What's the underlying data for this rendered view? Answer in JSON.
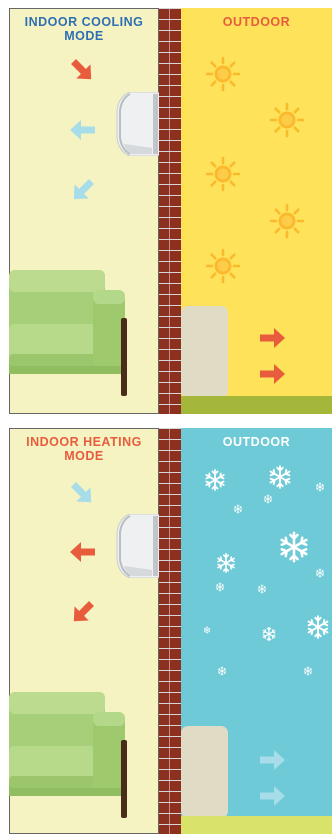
{
  "colors": {
    "indoor_bg": "#f5f3c2",
    "wall_brick": "#8e3020",
    "cool_label": "#2e6fb3",
    "heat_label": "#e85c3e",
    "outdoor_summer": "#fde25a",
    "outdoor_winter": "#6ecad6",
    "warm_arrow": "#e85c3e",
    "cool_arrow": "#a7dce9",
    "sun": "#fbb92e",
    "snow": "#ffffff",
    "sofa": "#a7cf7a"
  },
  "cooling_panel": {
    "indoor_label": "INDOOR COOLING MODE",
    "outdoor_label": "OUTDOOR",
    "icons": [
      "sun-icon",
      "arrow-icon",
      "air-conditioner-icon",
      "sofa-icon",
      "outdoor-unit"
    ]
  },
  "heating_panel": {
    "indoor_label": "INDOOR HEATING MODE",
    "outdoor_label": "OUTDOOR",
    "icons": [
      "snowflake-icon",
      "arrow-icon",
      "air-conditioner-icon",
      "sofa-icon",
      "outdoor-unit"
    ]
  }
}
